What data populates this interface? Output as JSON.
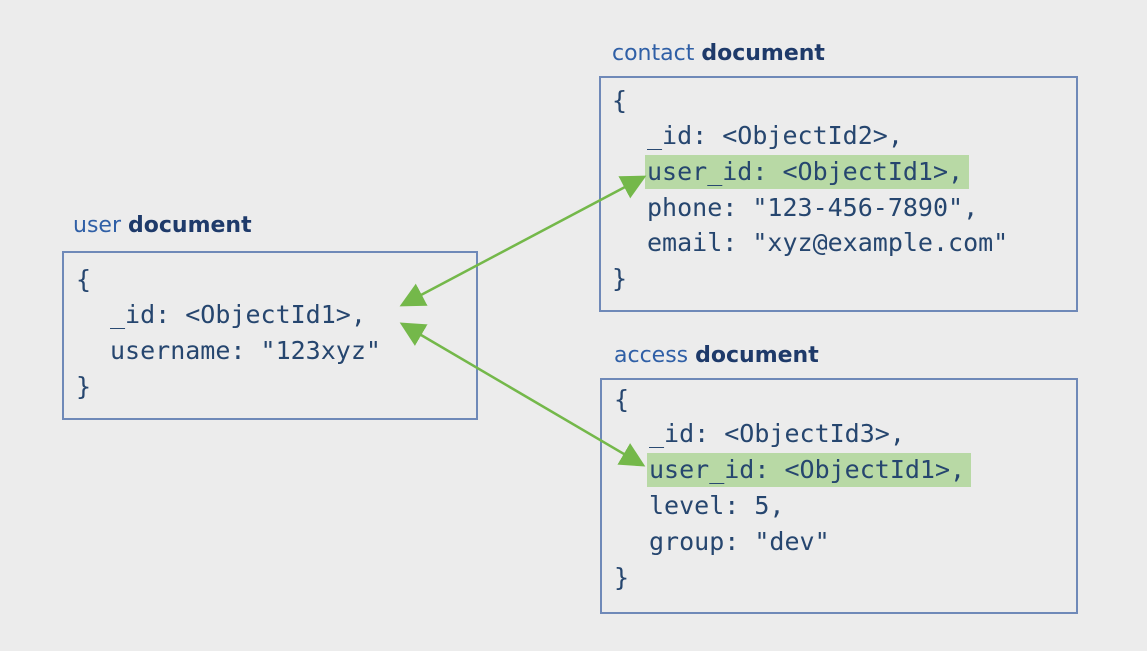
{
  "user_doc": {
    "title_kind": "user",
    "title_word": "document",
    "lines": [
      "{",
      "_id: <ObjectId1>,",
      "username: \"123xyz\"",
      "}"
    ]
  },
  "contact_doc": {
    "title_kind": "contact",
    "title_word": "document",
    "lines": [
      "{",
      "_id: <ObjectId2>,",
      "user_id: <ObjectId1>,",
      "phone: \"123-456-7890\",",
      "email: \"xyz@example.com\"",
      "}"
    ]
  },
  "access_doc": {
    "title_kind": "access",
    "title_word": "document",
    "lines": [
      "{",
      "_id: <ObjectId3>,",
      "user_id: <ObjectId1>,",
      "level: 5,",
      "group: \"dev\"",
      "}"
    ]
  },
  "colors": {
    "background": "#ececec",
    "border": "#6f89b8",
    "code": "#26466f",
    "highlight": "#b8d9a5",
    "arrow": "#74b84a"
  }
}
